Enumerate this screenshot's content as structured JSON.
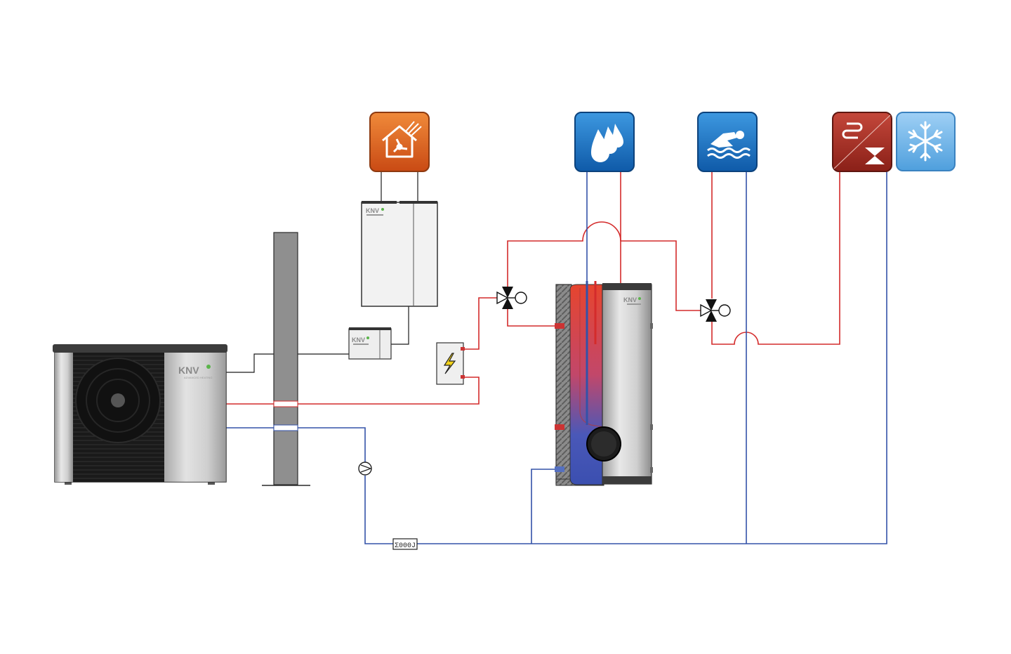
{
  "brand": {
    "name": "KNV",
    "tagline": "ADVANCED HEATING"
  },
  "meter": {
    "readout": "Σ000J"
  },
  "modes": [
    {
      "icon": "ventilation-house-icon",
      "function": "ventilation",
      "color": "#d9581f"
    },
    {
      "icon": "water-drops-icon",
      "function": "domestic hot water",
      "color": "#1f6fbf"
    },
    {
      "icon": "swimmer-icon",
      "function": "pool heating",
      "color": "#1f6fbf"
    },
    {
      "icon": "radiator-floor-heating-icon",
      "function": "space heating",
      "color": "#a32f26"
    },
    {
      "icon": "snowflake-icon",
      "function": "cooling",
      "color": "#5aa7e0"
    }
  ],
  "colors": {
    "supply_line": "#d42b2b",
    "return_line": "#3352a8",
    "icon_orange": "#d9581f",
    "icon_blue": "#1f6fbf",
    "icon_red": "#a32f26",
    "icon_light_blue": "#5aa7e0"
  }
}
